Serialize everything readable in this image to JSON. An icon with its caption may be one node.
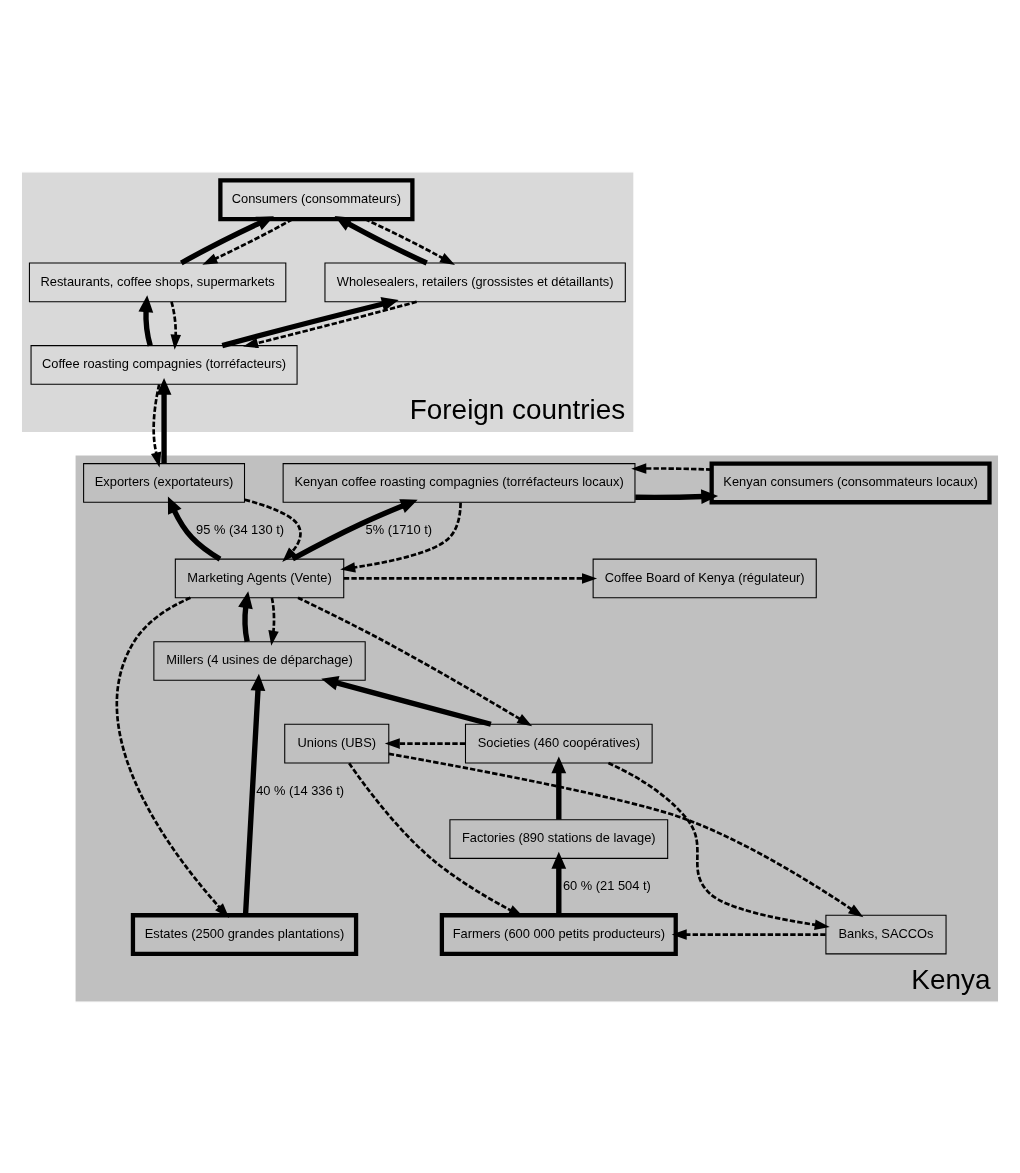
{
  "diagram": {
    "nodes": [
      {
        "text": [
          "Foreign countries"
        ]
      },
      {
        "text": [
          "Consumers (consommateurs)"
        ],
        "in": 0
      },
      {
        "text": [
          "Restaurants, coffee shops, supermarkets"
        ],
        "in": 0
      },
      {
        "text": [
          "Wholesealers, retailers (grossistes et détaillants)"
        ],
        "in": 0
      },
      {
        "text": [
          "Coffee roasting compagnies (torréfacteurs)"
        ],
        "in": 0
      },
      {
        "text": [
          "Kenya"
        ]
      },
      {
        "text": [
          "Exporters (exportateurs)"
        ],
        "in": 5
      },
      {
        "text": [
          "Kenyan coffee roasting compagnies (torréfacteurs locaux)"
        ],
        "in": 5
      },
      {
        "text": [
          "Kenyan consumers (consommateurs locaux)"
        ],
        "in": 5
      },
      {
        "text": [
          "Marketing Agents (Vente)"
        ],
        "in": 5
      },
      {
        "text": [
          "Coffee Board of Kenya (régulateur)"
        ],
        "in": 5
      },
      {
        "text": [
          "Millers (4 usines de déparchage)"
        ],
        "in": 5
      },
      {
        "text": [
          "Societies (460 coopératives)"
        ],
        "in": 5
      },
      {
        "text": [
          "Unions (UBS)"
        ],
        "in": 5
      },
      {
        "text": [
          "Banks, SACCOs"
        ],
        "in": 5
      },
      {
        "text": [
          "Factories (890 stations de lavage)"
        ],
        "in": 5
      },
      {
        "text": [
          "Farmers (600 000 petits producteurs)"
        ],
        "in": 5
      },
      {
        "text": [
          "Estates (2500 grandes plantations)"
        ],
        "in": 5
      }
    ],
    "edges": [
      {
        "from": 1,
        "to": 2,
        "arrow": "to",
        "style": "dashed"
      },
      {
        "from": 2,
        "to": 1,
        "arrow": "to",
        "style": "thick"
      },
      {
        "from": 3,
        "to": 1,
        "arrow": "to",
        "style": "thick"
      },
      {
        "from": 1,
        "to": 3,
        "arrow": "to",
        "style": "dashed"
      },
      {
        "from": 2,
        "to": 4,
        "arrow": "to",
        "style": "dashed"
      },
      {
        "from": 4,
        "to": 2,
        "arrow": "to",
        "style": "thick"
      },
      {
        "from": 4,
        "to": 3,
        "arrow": "to",
        "style": "thick"
      },
      {
        "from": 3,
        "to": 4,
        "arrow": "to",
        "style": "dashed"
      },
      {
        "from": 6,
        "to": 4,
        "arrow": "to",
        "style": "thick"
      },
      {
        "from": 4,
        "to": 6,
        "arrow": "to",
        "style": "dashed"
      },
      {
        "from": 8,
        "to": 7,
        "arrow": "to",
        "style": "dashed"
      },
      {
        "from": 7,
        "to": 8,
        "arrow": "to",
        "style": "thick"
      },
      {
        "from": 9,
        "to": 6,
        "arrow": "to",
        "style": "thick",
        "label": "95 % (34 130 t)"
      },
      {
        "from": 6,
        "to": 9,
        "arrow": "to",
        "style": "dashed"
      },
      {
        "from": 7,
        "to": 9,
        "arrow": "to",
        "style": "dashed"
      },
      {
        "from": 9,
        "to": 7,
        "arrow": "to",
        "style": "thick",
        "label": "5% (1710 t)"
      },
      {
        "from": 9,
        "to": 10,
        "arrow": "to",
        "style": "dashed"
      },
      {
        "from": 9,
        "to": 12,
        "arrow": "to",
        "style": "dashed"
      },
      {
        "from": 9,
        "to": 17,
        "arrow": "to",
        "style": "dashed"
      },
      {
        "from": 11,
        "to": 9,
        "arrow": "to",
        "style": "thick"
      },
      {
        "from": 9,
        "to": 11,
        "arrow": "to",
        "style": "dashed"
      },
      {
        "from": 17,
        "to": 11,
        "arrow": "to",
        "style": "thick",
        "label": "40 % (14 336 t)"
      },
      {
        "from": 12,
        "to": 11,
        "arrow": "to",
        "style": "thick"
      },
      {
        "from": 12,
        "to": 13,
        "arrow": "to",
        "style": "dashed"
      },
      {
        "from": 12,
        "to": 14,
        "arrow": "to",
        "style": "dashed"
      },
      {
        "from": 13,
        "to": 14,
        "arrow": "to",
        "style": "dashed"
      },
      {
        "from": 13,
        "to": 16,
        "arrow": "to",
        "style": "dashed"
      },
      {
        "from": 14,
        "to": 16,
        "arrow": "to",
        "style": "dashed"
      },
      {
        "from": 15,
        "to": 12,
        "arrow": "to",
        "style": "thick"
      },
      {
        "from": 16,
        "to": 15,
        "arrow": "to",
        "style": "thick",
        "label": "60 % (21 504 t)"
      }
    ]
  }
}
